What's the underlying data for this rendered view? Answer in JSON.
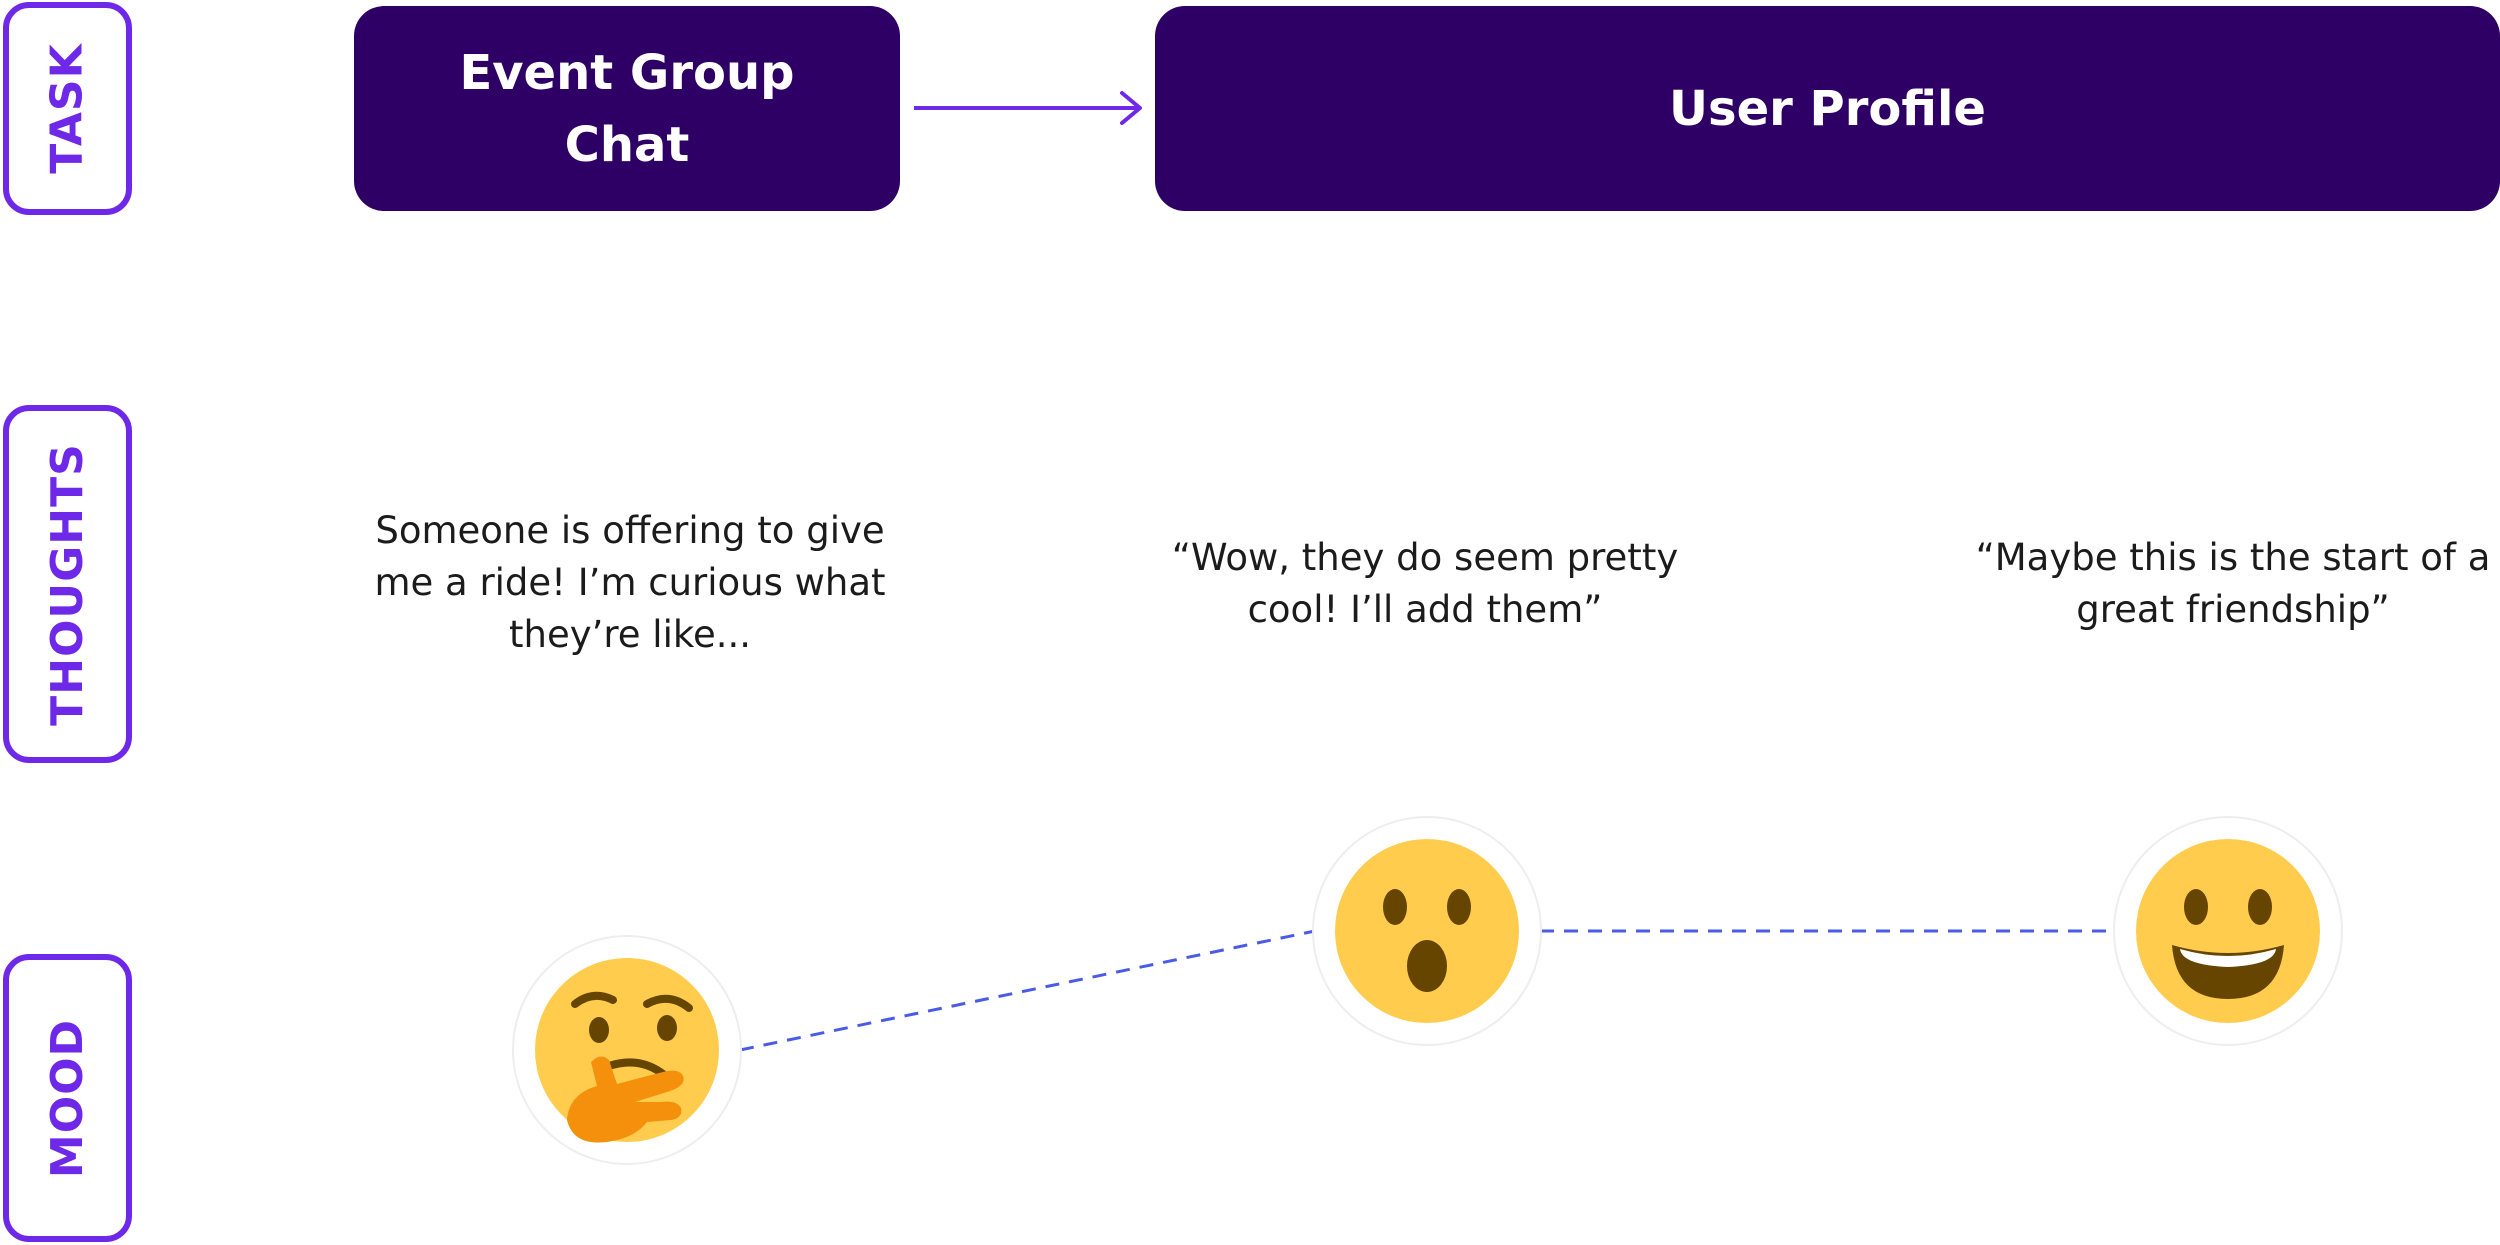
{
  "rows": {
    "task": "TASK",
    "thoughts": "THOUGHTS",
    "mood": "MOOD"
  },
  "tasks": [
    {
      "label": "Event Group Chat"
    },
    {
      "label": "User Profile"
    }
  ],
  "thoughts": [
    {
      "text": "Someone is offering to give me a ride! I’m curious what they’re like..."
    },
    {
      "text": "“Wow, they do seem pretty cool! I’ll add them”"
    },
    {
      "text": "“Maybe this is the start of a great friendship”"
    }
  ],
  "moods": [
    {
      "icon": "thinking-face-icon"
    },
    {
      "icon": "surprised-face-icon"
    },
    {
      "icon": "grinning-face-icon"
    }
  ],
  "colors": {
    "accent": "#6e29e8",
    "task_bg": "#2e0066",
    "mood_line": "#4a5ce6",
    "face": "#ffcc4d",
    "feature": "#664500",
    "hand": "#f4900c"
  }
}
